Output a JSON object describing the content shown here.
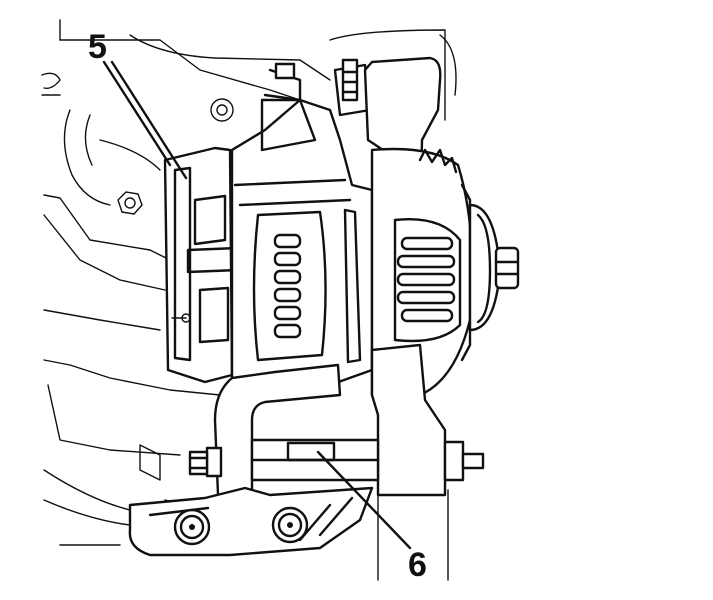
{
  "callouts": [
    {
      "id": "5",
      "text": "5"
    },
    {
      "id": "6",
      "text": "6"
    }
  ],
  "colors": {
    "line": "#111111",
    "background": "#ffffff"
  }
}
